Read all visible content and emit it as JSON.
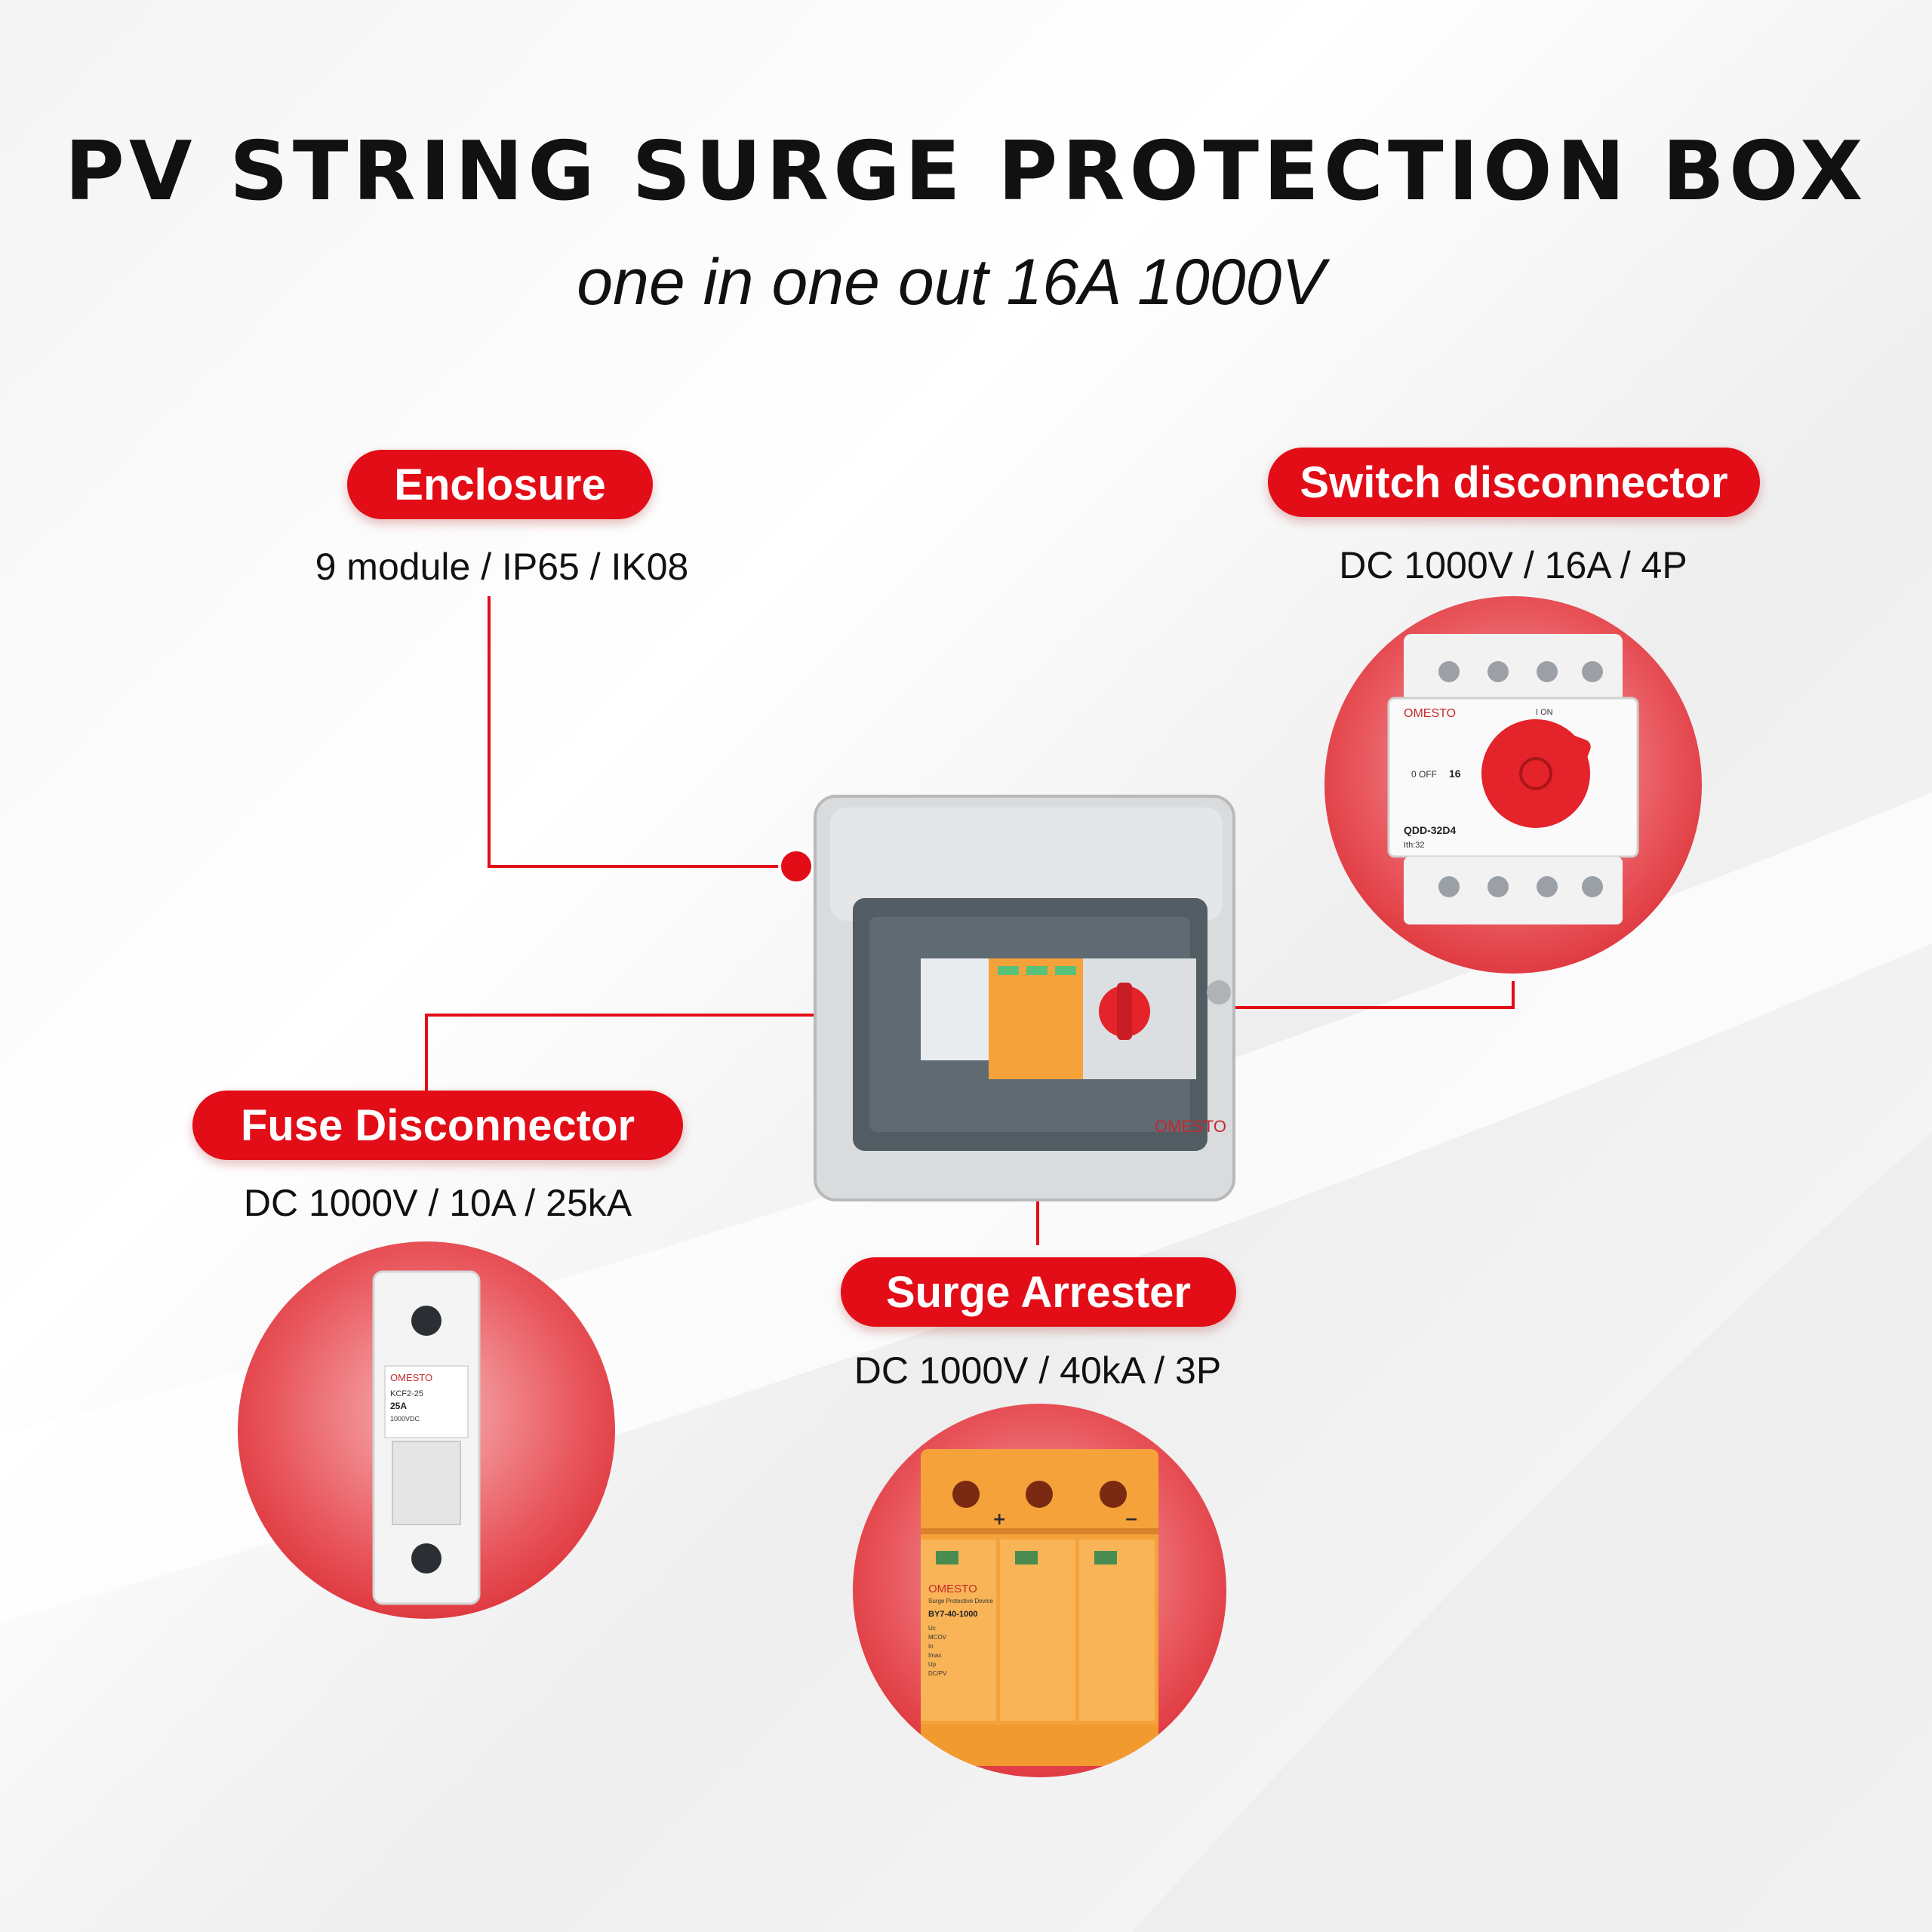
{
  "title": "PV STRING SURGE PROTECTION BOX",
  "subtitle": "one in one out 16A 1000V",
  "callouts": {
    "enclosure": {
      "label": "Enclosure",
      "spec": "9 module / IP65 / IK08"
    },
    "switch": {
      "label": "Switch disconnector",
      "spec": "DC 1000V / 16A / 4P"
    },
    "fuse": {
      "label": "Fuse Disconnector",
      "spec": "DC 1000V / 10A / 25kA"
    },
    "surge": {
      "label": "Surge Arrester",
      "spec": "DC 1000V / 40kA / 3P"
    }
  },
  "product_text": {
    "brand": "OMESTO",
    "switch_model": "QDD-32D4",
    "switch_sub": "Ith:32",
    "switch_on": "I ON",
    "switch_off": "0 OFF",
    "switch_rating": "16",
    "fuse_model": "KCF2-25",
    "fuse_rating": "25A",
    "fuse_volt": "1000VDC",
    "spd_model": "BY7-40-1000",
    "spd_desc": "Surge Protective Device",
    "spd_plus": "+",
    "spd_minus": "−",
    "spd_specs": [
      "Uc",
      "MCOV",
      "In",
      "Imax",
      "Up",
      "DC/PV"
    ]
  },
  "colors": {
    "accent": "#e30d17",
    "enclosure_body": "#d9dbdd",
    "window": "#3e4a52",
    "spd_orange": "#f5a23a",
    "knob_red": "#e4232a"
  }
}
